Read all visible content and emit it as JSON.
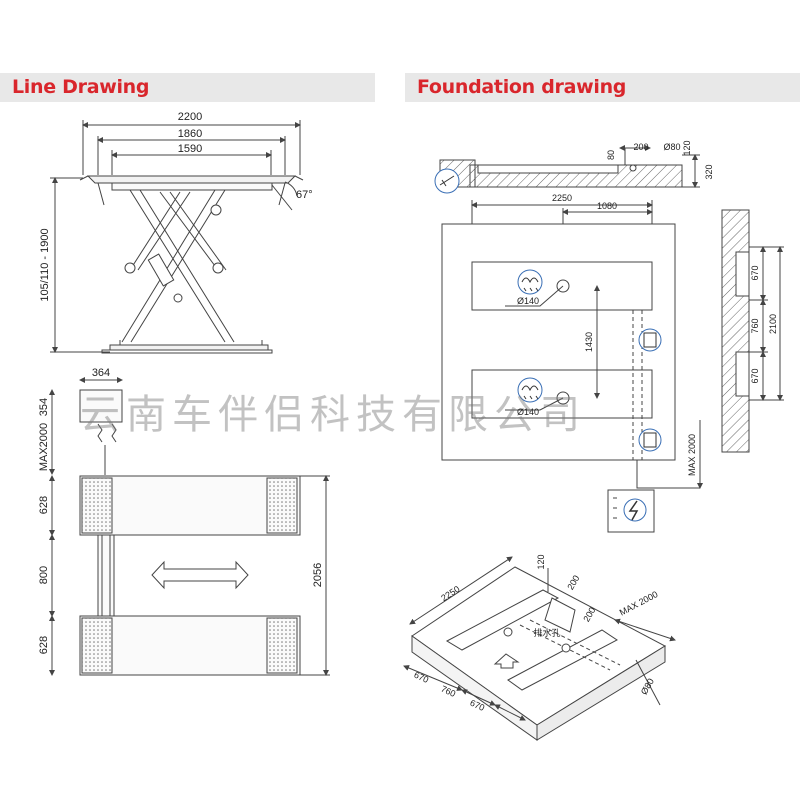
{
  "headers": {
    "line_drawing": "Line Drawing",
    "foundation_drawing": "Foundation drawing"
  },
  "watermark": "云南车伴侣科技有限公司",
  "colors": {
    "header_text": "#d9262c",
    "header_bg": "#e8e8e8",
    "line": "#444444"
  },
  "side_view": {
    "dim_2200": "2200",
    "dim_1860": "1860",
    "dim_1590": "1590",
    "height": "105/110 - 1900",
    "angle": "67°"
  },
  "top_view": {
    "dim_364": "364",
    "dim_354": "354",
    "max_2000": "MAX2000",
    "dim_628_top": "628",
    "dim_800": "800",
    "dim_628_bottom": "628",
    "dim_2056": "2056"
  },
  "foundation": {
    "dim_200": "200",
    "dia_80": "Ø80",
    "dim_80": "80",
    "dim_120": "120",
    "dim_320": "320",
    "dim_2250": "2250",
    "dim_1080": "1080",
    "dia_140_top": "Ø140",
    "dia_140_bottom": "Ø140",
    "dim_1430": "1430",
    "max_2000": "MAX 2000",
    "dim_670_top": "670",
    "dim_760": "760",
    "dim_670_bottom": "670",
    "dim_2100": "2100"
  },
  "iso_view": {
    "dim_2250": "2250",
    "dim_120": "120",
    "dim_200a": "200",
    "dim_200b": "200",
    "max_2000": "MAX 2000",
    "drain_label": "排水孔",
    "dim_670_a": "670",
    "dim_760": "760",
    "dim_670_b": "670",
    "dia_80": "Ø80"
  },
  "icons": [
    "rain-drain-icon",
    "electric-box-icon",
    "pipe-icon",
    "lightning-icon"
  ]
}
